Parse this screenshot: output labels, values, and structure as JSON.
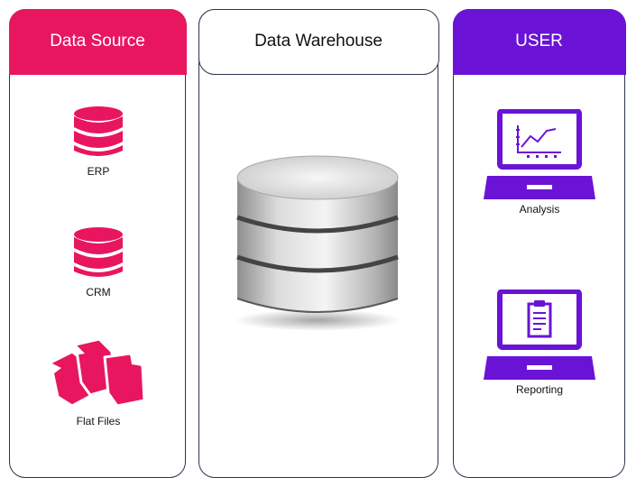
{
  "columns": {
    "source": {
      "title": "Data Source",
      "items": [
        {
          "label": "ERP",
          "icon": "database-icon"
        },
        {
          "label": "CRM",
          "icon": "database-icon"
        },
        {
          "label": "Flat Files",
          "icon": "files-icon"
        }
      ]
    },
    "warehouse": {
      "title": "Data Warehouse",
      "icon": "database-icon"
    },
    "user": {
      "title": "USER",
      "items": [
        {
          "label": "Analysis",
          "icon": "laptop-chart-icon"
        },
        {
          "label": "Reporting",
          "icon": "laptop-report-icon"
        }
      ]
    }
  },
  "colors": {
    "source_accent": "#e8165f",
    "user_accent": "#6a13d6",
    "border": "#2a3550"
  }
}
